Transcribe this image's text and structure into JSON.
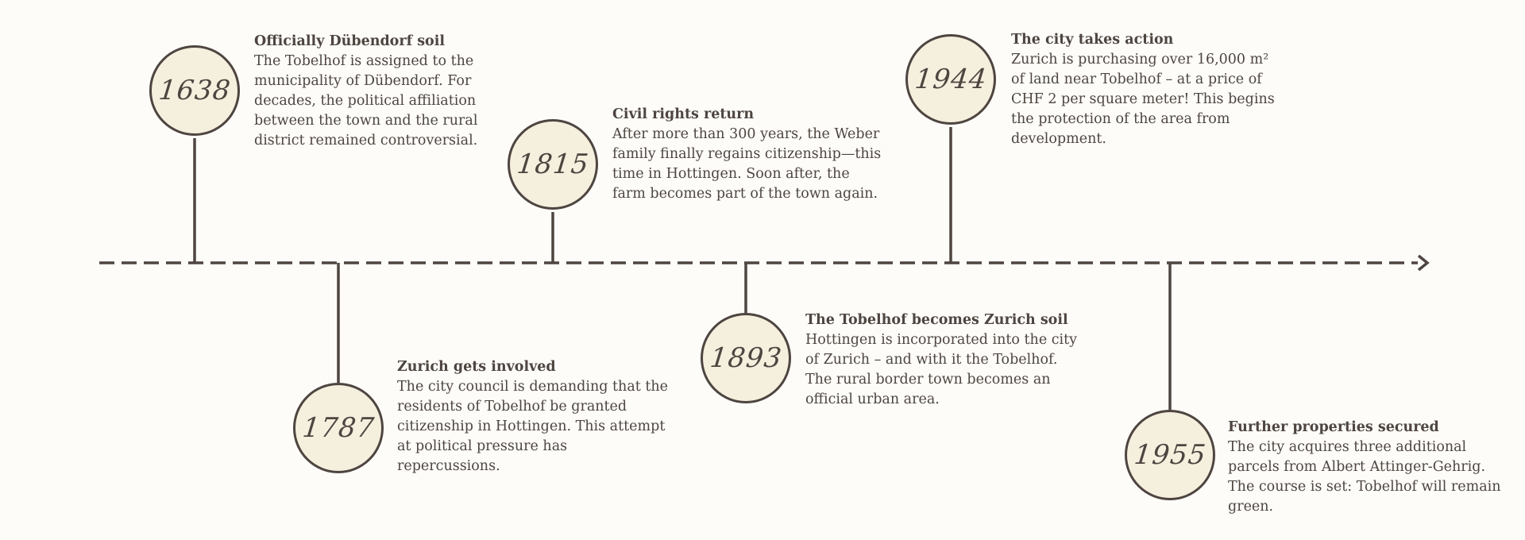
{
  "events": [
    {
      "year": "1638",
      "title": "Officially Dübendorf soil",
      "description": "The Tobelhof is assigned to the municipality of Dübendorf. For decades, the political affiliation between the town and the rural district remained controversial."
    },
    {
      "year": "1787",
      "title": "Zurich gets involved",
      "description": "The city council is demanding that the residents of Tobelhof be granted citizenship in Hottingen. This attempt at political pressure has repercussions."
    },
    {
      "year": "1815",
      "title": "Civil rights return",
      "description": "After more than 300 years, the Weber family finally regains citizenship—this time in Hottingen. Soon after, the farm becomes part of the town again."
    },
    {
      "year": "1893",
      "title": "The Tobelhof becomes Zurich soil",
      "description": "Hottingen is incorporated into the city of Zurich – and with it the Tobelhof. The rural border town becomes an official urban area."
    },
    {
      "year": "1944",
      "title": "The city takes action",
      "description": "Zurich is purchasing over 16,000 m² of land near Tobelhof – at a price of CHF 2 per square meter! This begins the protection of the area from development."
    },
    {
      "year": "1955",
      "title": "Further properties secured",
      "description": "The city acquires three additional parcels from Albert Attinger-Gehrig. The course is set: Tobelhof will remain green."
    }
  ],
  "colors": {
    "line": "#4e4540",
    "circle_fill": "#f5efde",
    "background": "#fdfcf9"
  }
}
